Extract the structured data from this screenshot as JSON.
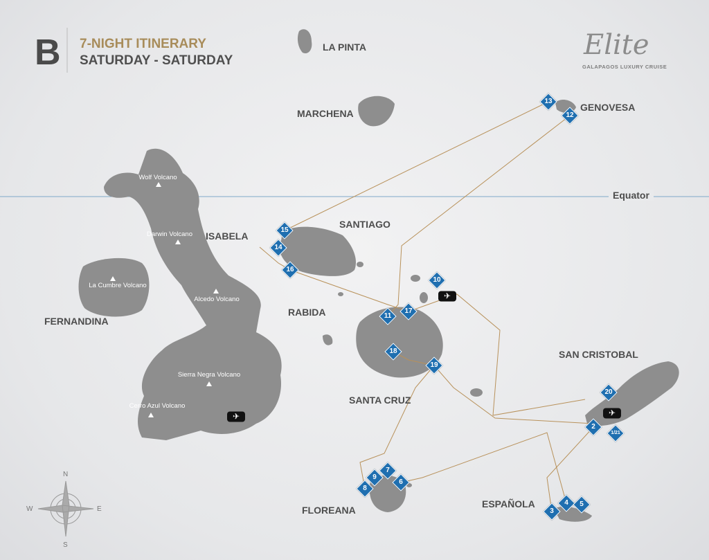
{
  "header": {
    "letter": "B",
    "title": "7-NIGHT ITINERARY",
    "subtitle": "SATURDAY - SATURDAY"
  },
  "logo": {
    "name": "Elite",
    "tagline": "GALAPAGOS LUXURY CRUISE"
  },
  "equator_label": "Equator",
  "islands": {
    "la_pinta": "LA PINTA",
    "marchena": "MARCHENA",
    "genovesa": "GENOVESA",
    "santiago": "SANTIAGO",
    "isabela": "ISABELA",
    "fernandina": "FERNANDINA",
    "rabida": "RABIDA",
    "santa_cruz": "SANTA CRUZ",
    "san_cristobal": "SAN CRISTOBAL",
    "floreana": "FLOREANA",
    "espanola": "ESPAÑOLA"
  },
  "volcanoes": {
    "wolf": "Wolf Volcano",
    "darwin": "Darwin Volcano",
    "la_cumbre": "La Cumbre Volcano",
    "alcedo": "Alcedo Volcano",
    "sierra_negra": "Sierra Negra Volcano",
    "cerro_azul": "Cerro Azul Volcano"
  },
  "stops": {
    "s13": "13",
    "s12": "12",
    "s15": "15",
    "s14": "14",
    "s16": "16",
    "s10": "10",
    "s11": "11",
    "s17": "17",
    "s18": "18",
    "s19": "19",
    "s20": "20",
    "s2": "2",
    "s1_21": "1/21",
    "s7": "7",
    "s9": "9",
    "s6": "6",
    "s8": "8",
    "s3": "3",
    "s4": "4",
    "s5": "5"
  },
  "compass": {
    "n": "N",
    "s": "S",
    "e": "E",
    "w": "W"
  },
  "colors": {
    "marker": "#1f6fb0",
    "route": "#b8915a",
    "land": "#8e8e8e",
    "equator": "#7fa9c9"
  }
}
